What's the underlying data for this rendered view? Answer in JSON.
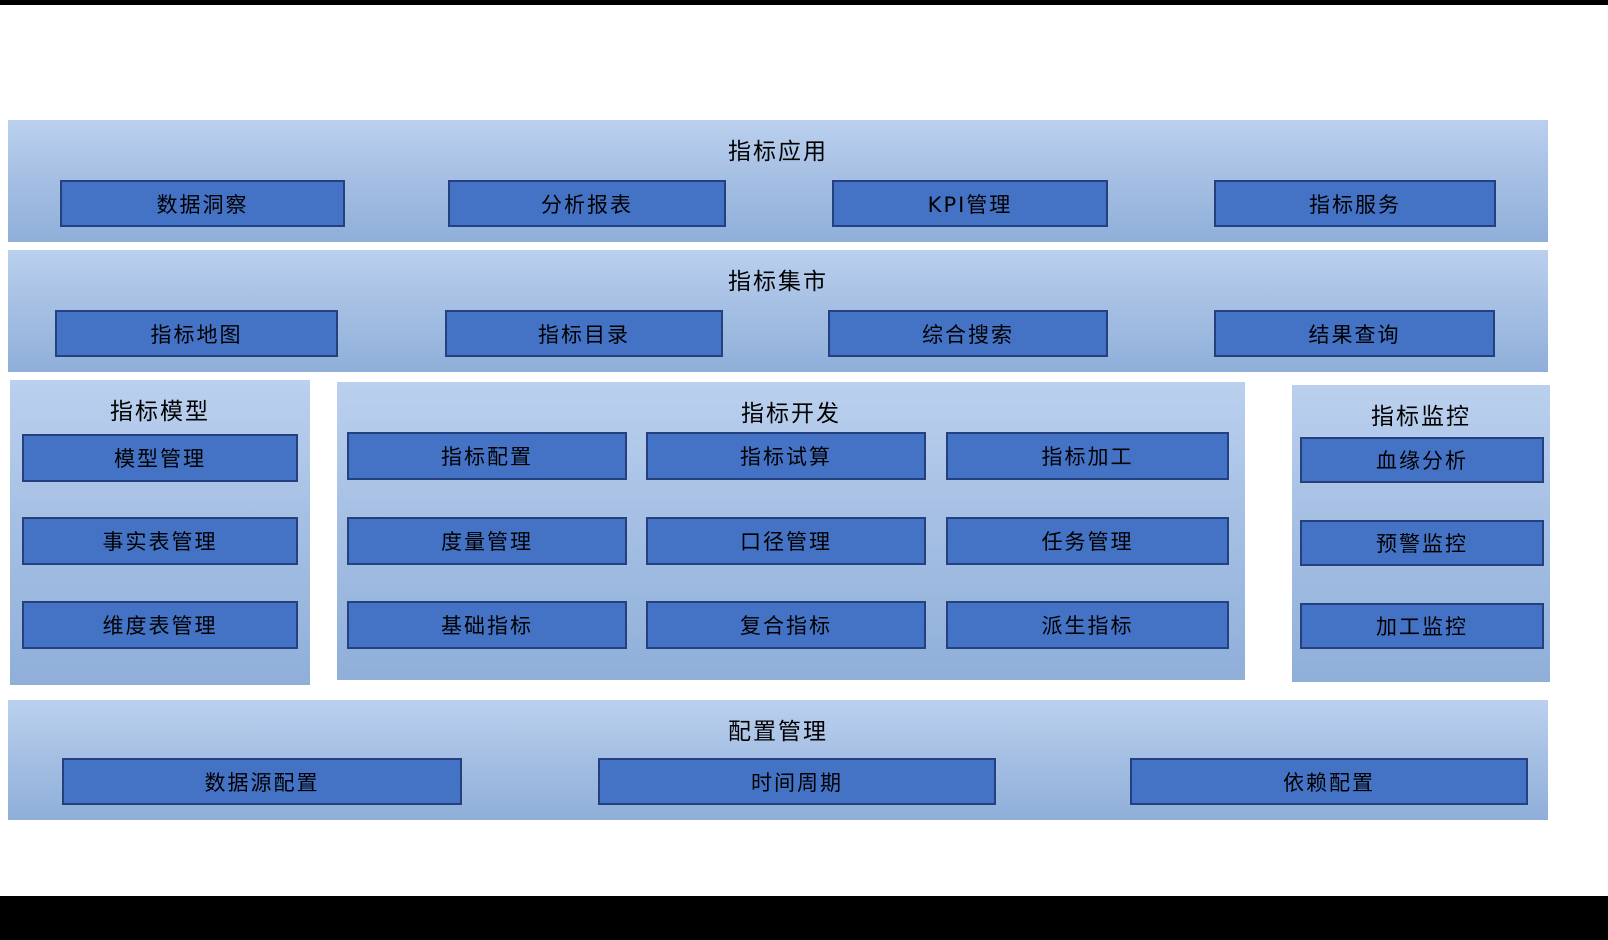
{
  "colors": {
    "panel_gradient_top": "#bbd0ee",
    "panel_gradient_bottom": "#8fafd9",
    "button_fill": "#4472c4",
    "button_border": "#24407e",
    "text": "#000000",
    "frame_bars": "#000000"
  },
  "sections": {
    "app": {
      "title": "指标应用",
      "items": [
        "数据洞察",
        "分析报表",
        "KPI管理",
        "指标服务"
      ]
    },
    "market": {
      "title": "指标集市",
      "items": [
        "指标地图",
        "指标目录",
        "综合搜索",
        "结果查询"
      ]
    },
    "model": {
      "title": "指标模型",
      "items": [
        "模型管理",
        "事实表管理",
        "维度表管理"
      ]
    },
    "dev": {
      "title": "指标开发",
      "items": [
        "指标配置",
        "指标试算",
        "指标加工",
        "度量管理",
        "口径管理",
        "任务管理",
        "基础指标",
        "复合指标",
        "派生指标"
      ]
    },
    "monitor": {
      "title": "指标监控",
      "items": [
        "血缘分析",
        "预警监控",
        "加工监控"
      ]
    },
    "config": {
      "title": "配置管理",
      "items": [
        "数据源配置",
        "时间周期",
        "依赖配置"
      ]
    }
  }
}
